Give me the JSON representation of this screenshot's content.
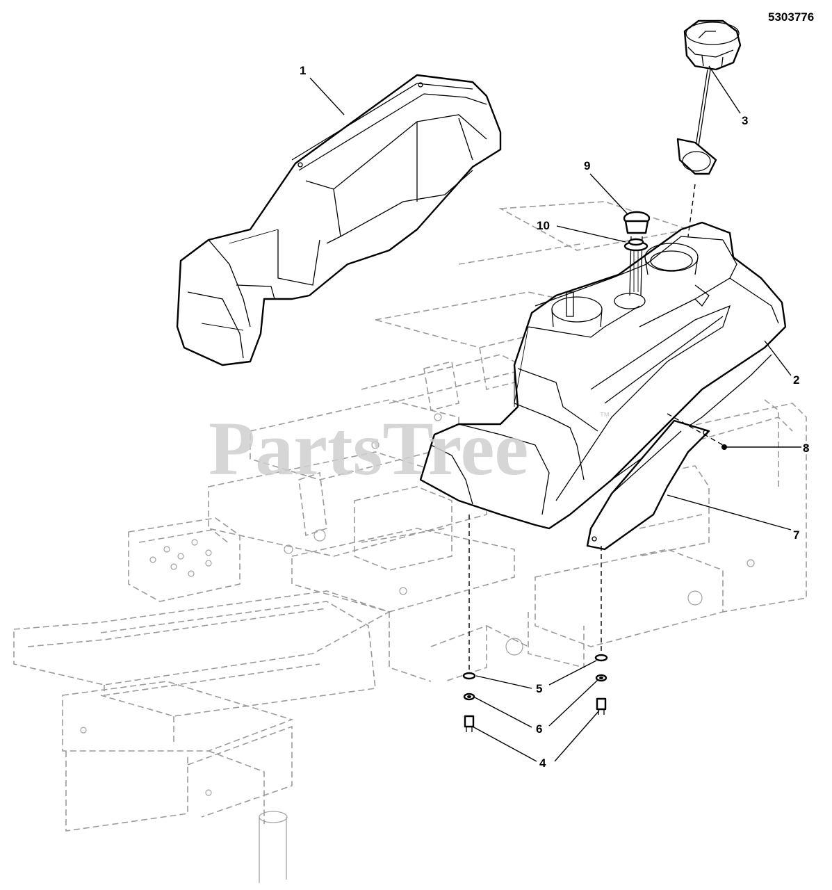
{
  "document_number": "5303776",
  "watermark": {
    "text": "PartsTree",
    "trademark": "™"
  },
  "callouts": {
    "c1": "1",
    "c2": "2",
    "c3": "3",
    "c4": "4",
    "c5": "5",
    "c6": "6",
    "c7": "7",
    "c8": "8",
    "c9": "9",
    "c10": "10"
  }
}
